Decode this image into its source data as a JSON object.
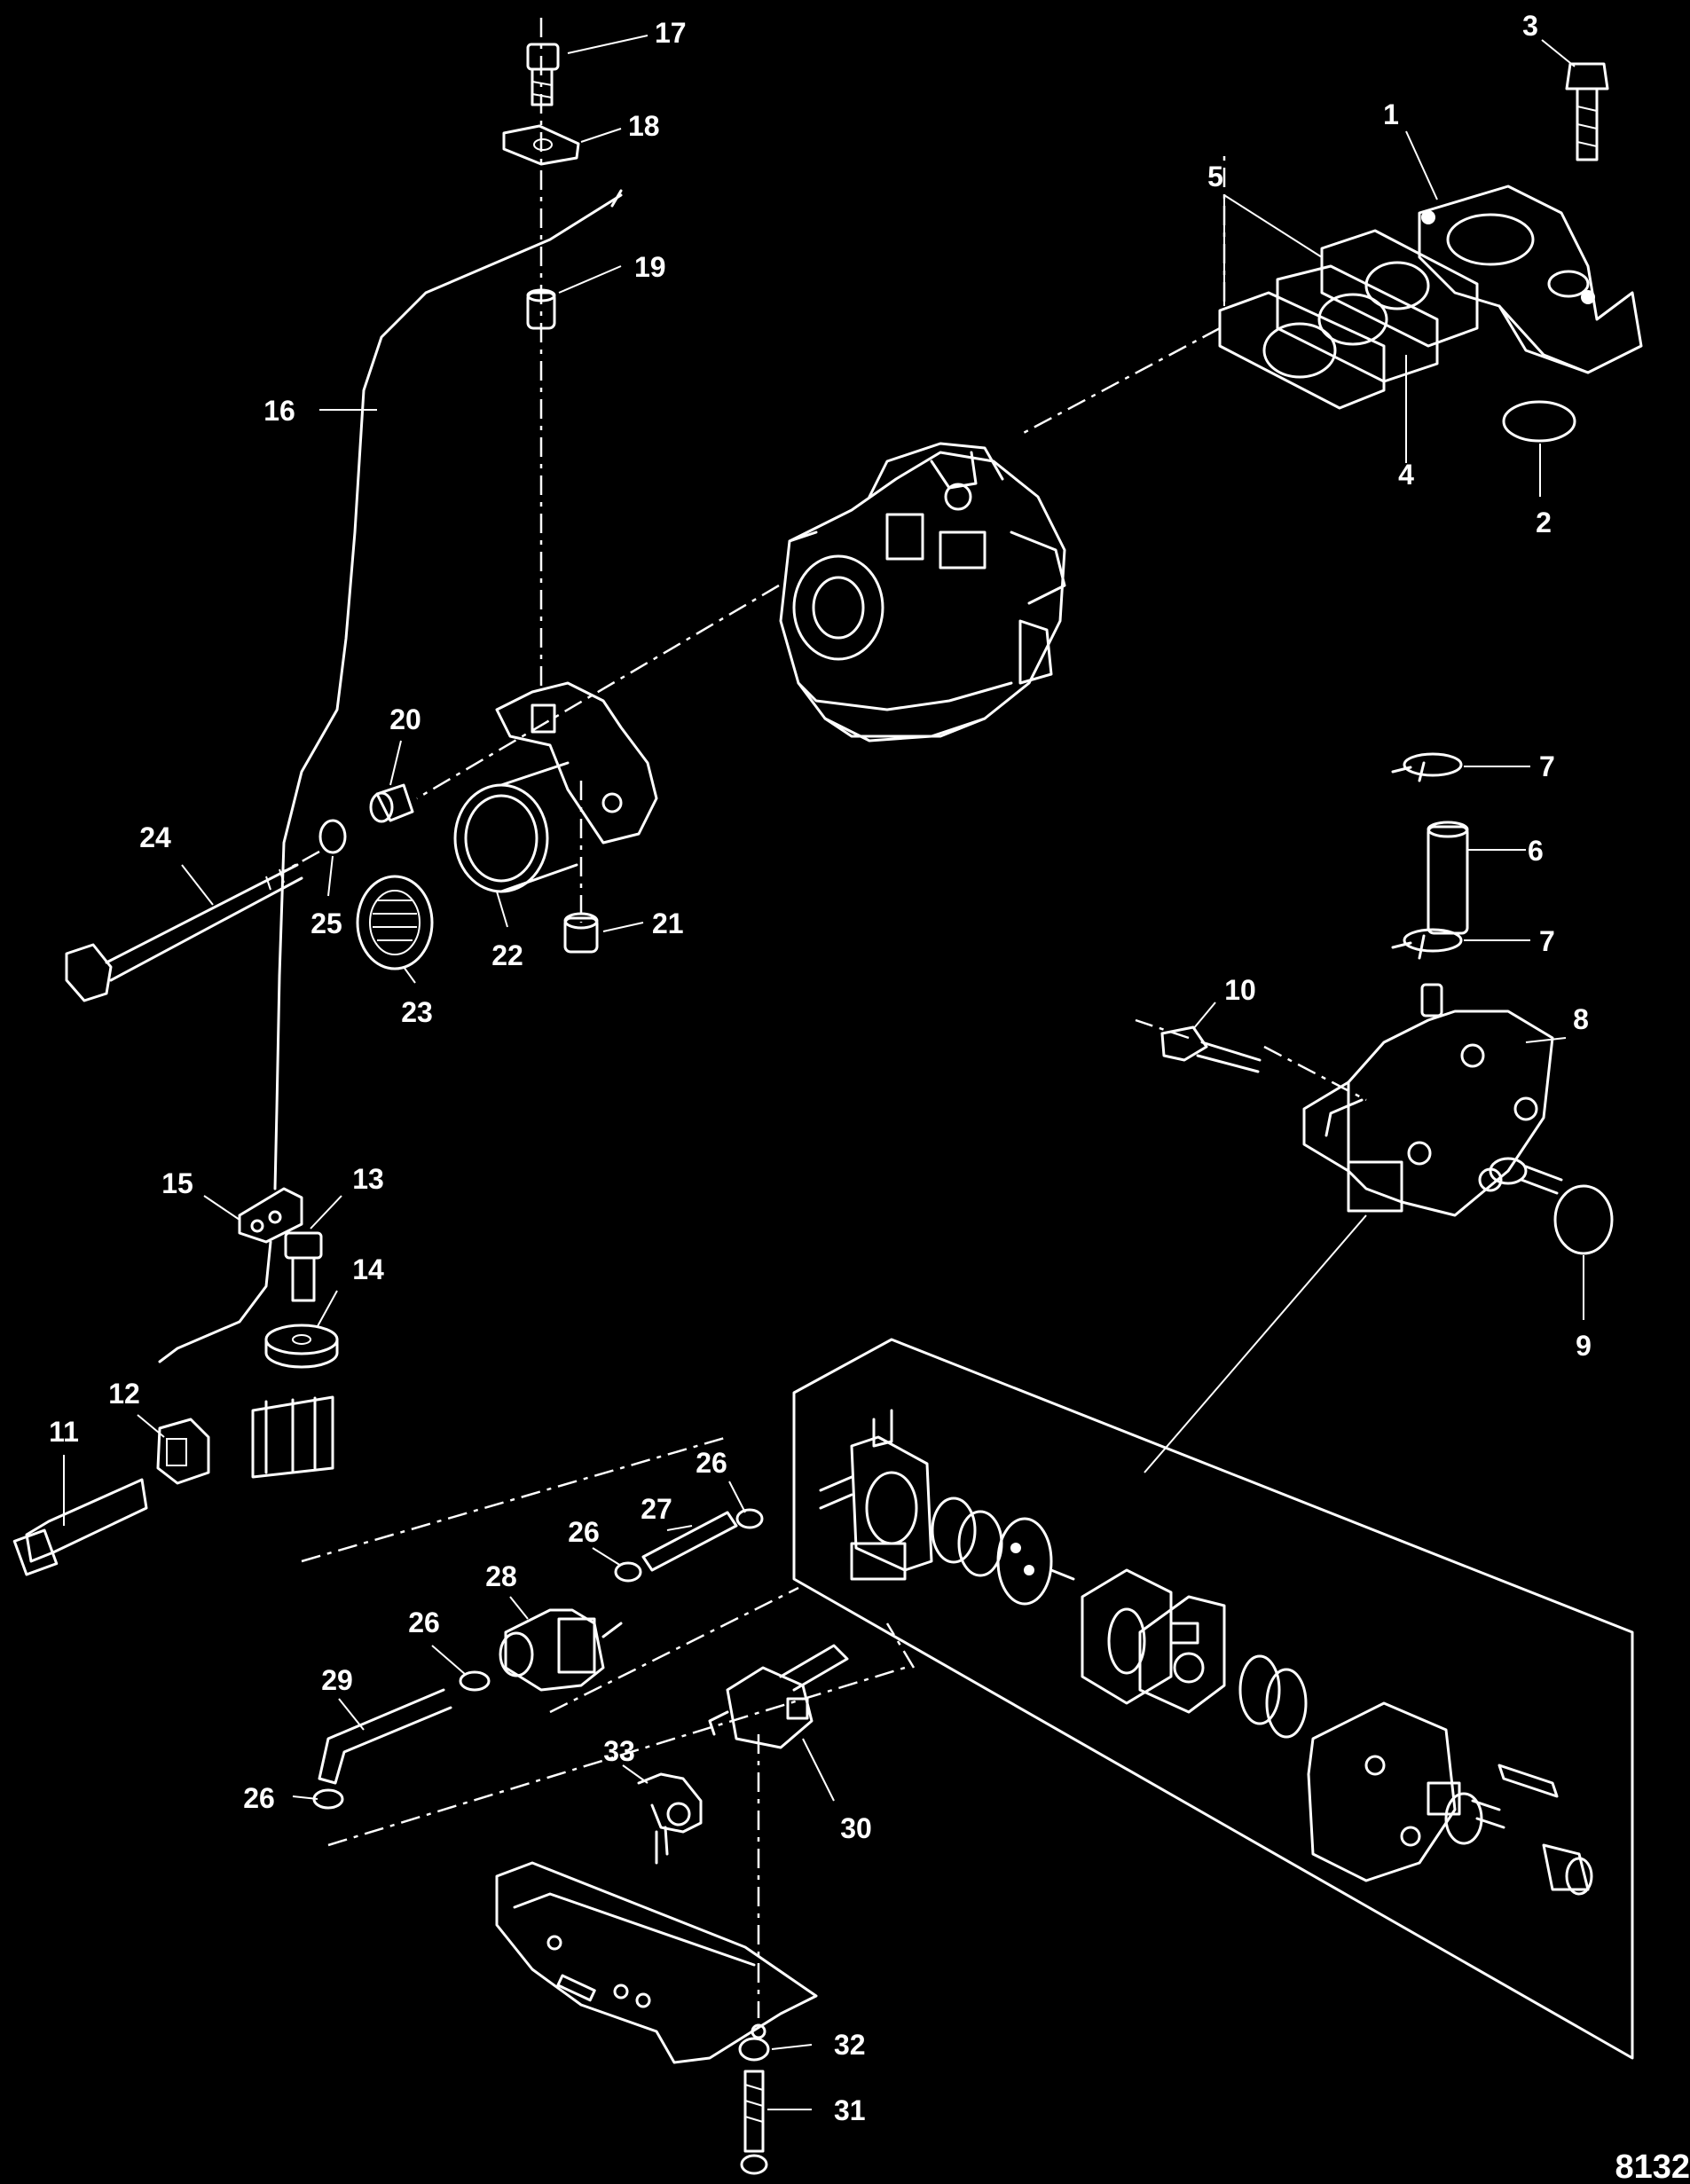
{
  "diagram": {
    "figure_number": "8132",
    "callouts": [
      "1",
      "2",
      "3",
      "4",
      "5",
      "6",
      "7",
      "7",
      "8",
      "9",
      "10",
      "11",
      "12",
      "13",
      "14",
      "15",
      "16",
      "17",
      "18",
      "19",
      "20",
      "21",
      "22",
      "23",
      "24",
      "25",
      "26",
      "26",
      "26",
      "26",
      "27",
      "28",
      "29",
      "30",
      "31",
      "32",
      "33"
    ]
  }
}
